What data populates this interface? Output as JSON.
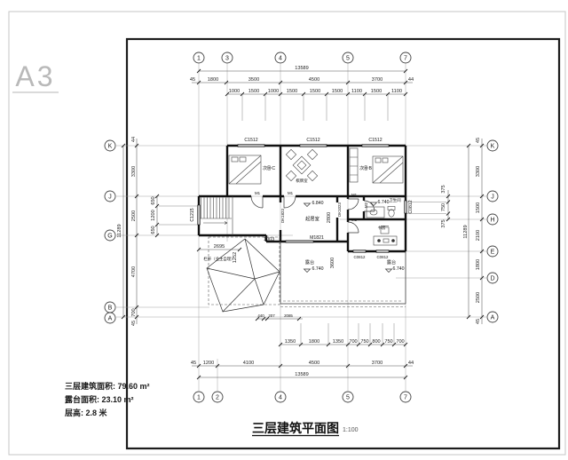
{
  "sheet": {
    "size": "A3"
  },
  "title": {
    "text": "三层建筑平面图",
    "scale": "1:100"
  },
  "info": {
    "lines": [
      "三层建筑面积: 79.60 m²",
      "露台面积: 23.10 m²",
      "层高: 2.8 米"
    ]
  },
  "grid": {
    "top": [
      "1",
      "3",
      "4",
      "5",
      "7"
    ],
    "bottom": [
      "1",
      "2",
      "4",
      "5",
      "7"
    ],
    "left": [
      "K",
      "J",
      "G",
      "B",
      "A"
    ],
    "right": [
      "K",
      "J",
      "H",
      "E",
      "D",
      "A"
    ]
  },
  "dims": {
    "overall_width": "13589",
    "overall_height": "11289",
    "top_main": [
      "45",
      "1800",
      "3500",
      "4500",
      "3700",
      "44"
    ],
    "top_inner": [
      "1000",
      "1500",
      "1000",
      "1500",
      "1500",
      "1500",
      "1100",
      "1500",
      "1100"
    ],
    "bottom_inner": [
      "1350",
      "1800",
      "1350",
      "700",
      "750",
      "800",
      "750",
      "700"
    ],
    "bottom_main": [
      "45",
      "1200",
      "4100",
      "4500",
      "3700",
      "44"
    ],
    "left_main": [
      "44",
      "3300",
      "2500",
      "4700",
      "700",
      "45"
    ],
    "left_inner": [
      "650",
      "1200",
      "650"
    ],
    "right_main": [
      "45",
      "3300",
      "1500",
      "2100",
      "1800",
      "2500",
      "45"
    ],
    "right_inner": [
      "375",
      "750",
      "375"
    ],
    "interior": {
      "stair_bay": "2695",
      "bay_depth": "1252",
      "step": "1003",
      "hall_depth": "2800",
      "terrace_depth": "3600",
      "t1": "440",
      "t2": "207",
      "t3": "2085"
    }
  },
  "openings": {
    "c1512": "C1512",
    "c1215": "C1215",
    "c0812": "C0812",
    "m1": "M1",
    "m2": "M2",
    "m1821": "M1821",
    "dk1823": "DK1823",
    "dk1023": "DK1023"
  },
  "rooms": {
    "bedroom_c": "次卧C",
    "game_room": "棋牌室",
    "bedroom_b": "次卧B",
    "hall": "起居室",
    "bath": "卫生间",
    "study": "书房",
    "terrace": "露台"
  },
  "levels": {
    "hall": "6.840",
    "bath": "6.740",
    "terrace": "6.740"
  },
  "notes": {
    "railing": "栏杆（业主自理）"
  }
}
